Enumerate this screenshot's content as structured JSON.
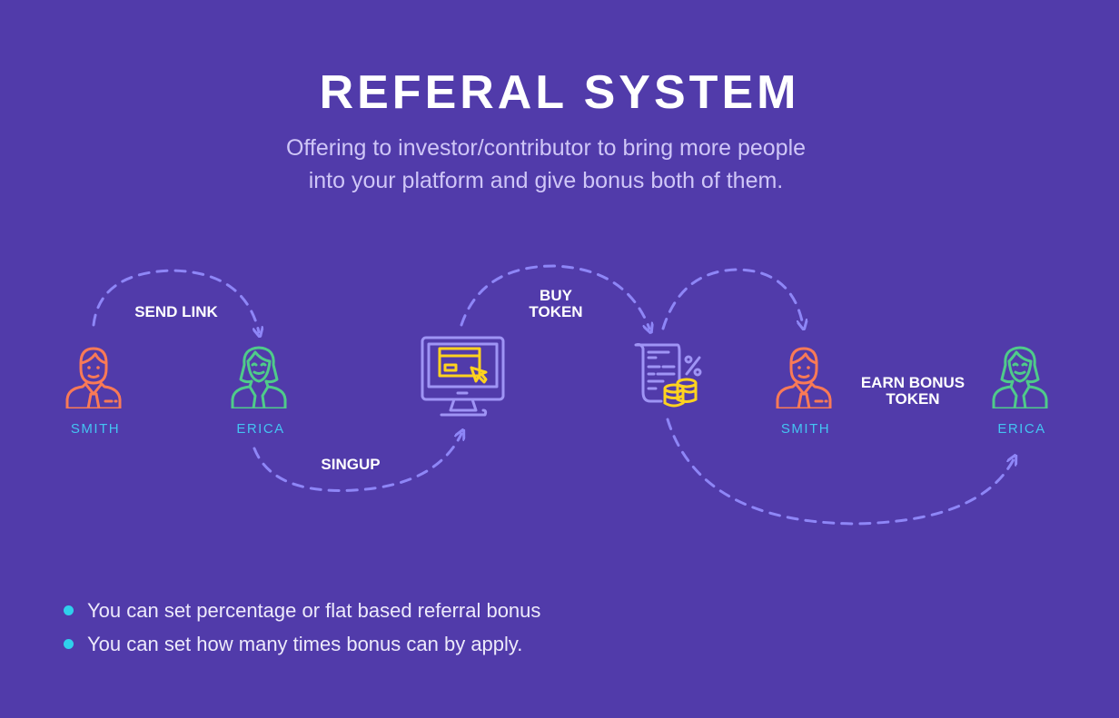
{
  "title": "REFERAL SYSTEM",
  "subtitle": [
    "Offering to investor/contributor to bring more people",
    "into your platform and give bonus both of them."
  ],
  "steps": {
    "send_link": "SEND LINK",
    "signup": "SINGUP",
    "buy_token": [
      "BUY",
      "TOKEN"
    ],
    "earn_bonus": [
      "EARN BONUS",
      "TOKEN"
    ]
  },
  "people": [
    "SMITH",
    "ERICA",
    "SMITH",
    "ERICA"
  ],
  "bullets": [
    "You can set percentage or flat based referral bonus",
    "You can set how many times bonus can by apply."
  ],
  "colors": {
    "background": "#513BAA",
    "man": "#F97A56",
    "woman": "#4FCB8A",
    "device": "#9F94F5",
    "accent": "#FFD21F",
    "arrow": "#8E86F7",
    "name": "#44C4F2"
  }
}
